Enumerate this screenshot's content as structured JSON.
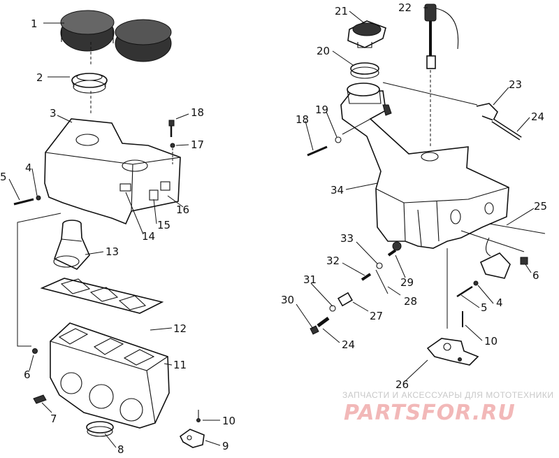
{
  "callouts": {
    "c1": "1",
    "c2": "2",
    "c3": "3",
    "c4a": "4",
    "c5a": "5",
    "c18a": "18",
    "c17": "17",
    "c16": "16",
    "c15": "15",
    "c14": "14",
    "c13": "13",
    "c12": "12",
    "c11": "11",
    "c6a": "6",
    "c7": "7",
    "c8": "8",
    "c10a": "10",
    "c9": "9",
    "c21": "21",
    "c22": "22",
    "c20": "20",
    "c23": "23",
    "c24a": "24",
    "c19": "19",
    "c18b": "18",
    "c34": "34",
    "c25": "25",
    "c33": "33",
    "c32": "32",
    "c29": "29",
    "c6b": "6",
    "c31": "31",
    "c28": "28",
    "c4b": "4",
    "c5b": "5",
    "c30": "30",
    "c27": "27",
    "c10b": "10",
    "c24b": "24",
    "c26": "26"
  },
  "watermark": {
    "tagline": "ЗАПЧАСТИ И АКСЕССУАРЫ ДЛЯ МОТОТЕХНИКИ",
    "logo": "PARTSFOR.RU"
  }
}
